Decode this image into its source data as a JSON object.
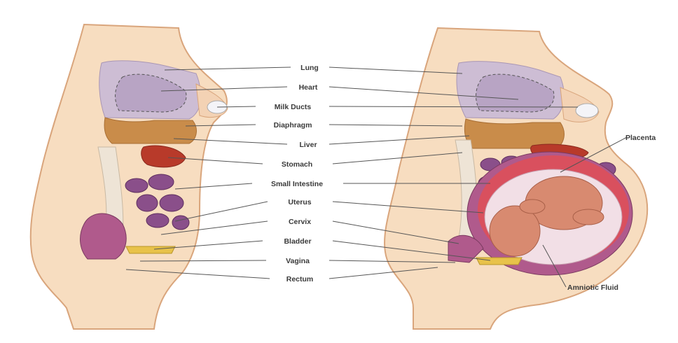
{
  "labels": {
    "lung": "Lung",
    "heart": "Heart",
    "milk_ducts": "Milk Ducts",
    "diaphragm": "Diaphragm",
    "liver": "Liver",
    "stomach": "Stomach",
    "small_intestine": "Small Intestine",
    "uterus": "Uterus",
    "cervix": "Cervix",
    "bladder": "Bladder",
    "vagina": "Vagina",
    "rectum": "Rectum",
    "placenta": "Placenta",
    "amniotic_fluid": "Amniotic Fluid"
  },
  "colors": {
    "skin": "#f7ddc0",
    "skin_outline": "#d9a57c",
    "lung": "#cdbdd4",
    "diaphragm_liver": "#c98c4a",
    "stomach": "#b83a2a",
    "intestine": "#8a4f8a",
    "uterus": "#b05a8c",
    "placenta": "#d9505e",
    "fetus": "#d88a70",
    "bladder": "#e8c24a",
    "spine": "#eee4d6",
    "leader_line": "#555555"
  }
}
